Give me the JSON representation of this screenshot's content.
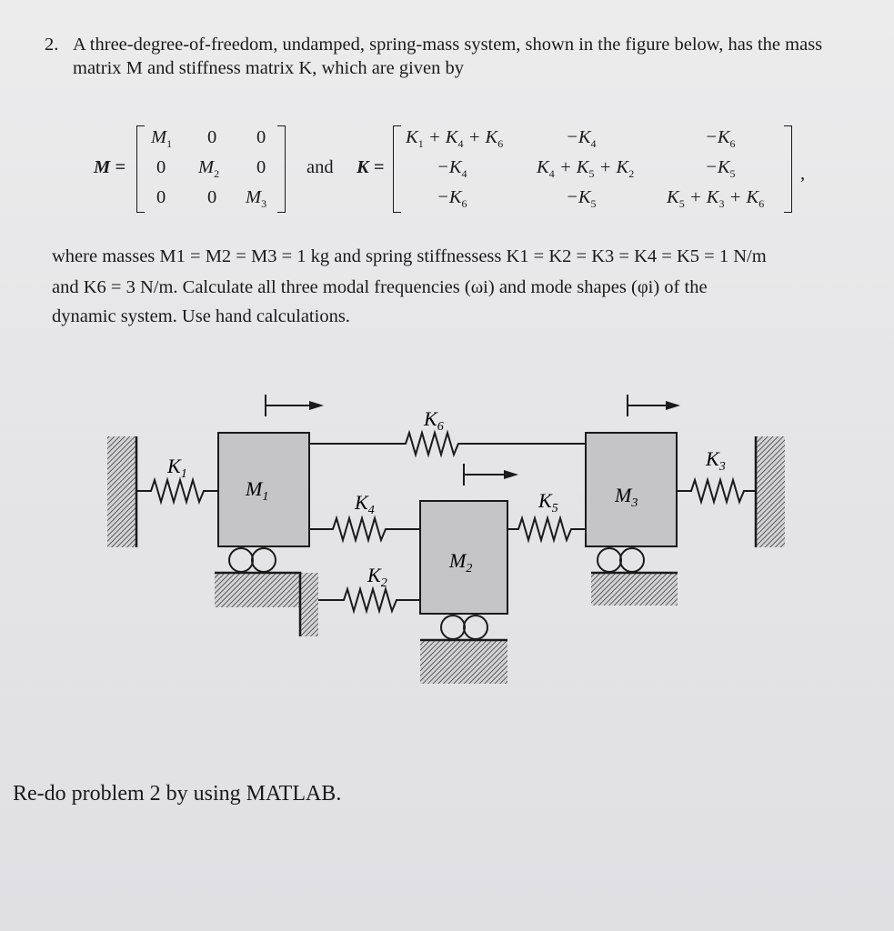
{
  "problem": {
    "number": "2.",
    "intro": "A three-degree-of-freedom, undamped, spring-mass system, shown in the figure below, has the mass matrix M and stiffness matrix K, which are given by"
  },
  "matrix_M": {
    "label": "M =",
    "rows": [
      [
        "M1",
        "0",
        "0"
      ],
      [
        "0",
        "M2",
        "0"
      ],
      [
        "0",
        "0",
        "M3"
      ]
    ]
  },
  "and_word": "and",
  "matrix_K": {
    "label": "K =",
    "rows": [
      [
        "K1 + K4 + K6",
        "−K4",
        "−K6"
      ],
      [
        "−K4",
        "K4 + K5 + K2",
        "−K5"
      ],
      [
        "−K6",
        "−K5",
        "K5 + K3 + K6"
      ]
    ],
    "trailing": ","
  },
  "conditions": {
    "line1": "where masses M1 = M2 = M3 = 1 kg and spring stiffnessess K1 = K2 = K3 = K4 = K5 = 1 N/m",
    "line2": "and K6 = 3 N/m. Calculate all three modal frequencies (ωi) and mode shapes (φi) of the",
    "line3": "dynamic system. Use hand calculations."
  },
  "figure": {
    "masses": [
      "M1",
      "M2",
      "M3"
    ],
    "springs": [
      "K1",
      "K2",
      "K3",
      "K4",
      "K5",
      "K6"
    ]
  },
  "footer": "Re-do problem 2 by using MATLAB."
}
